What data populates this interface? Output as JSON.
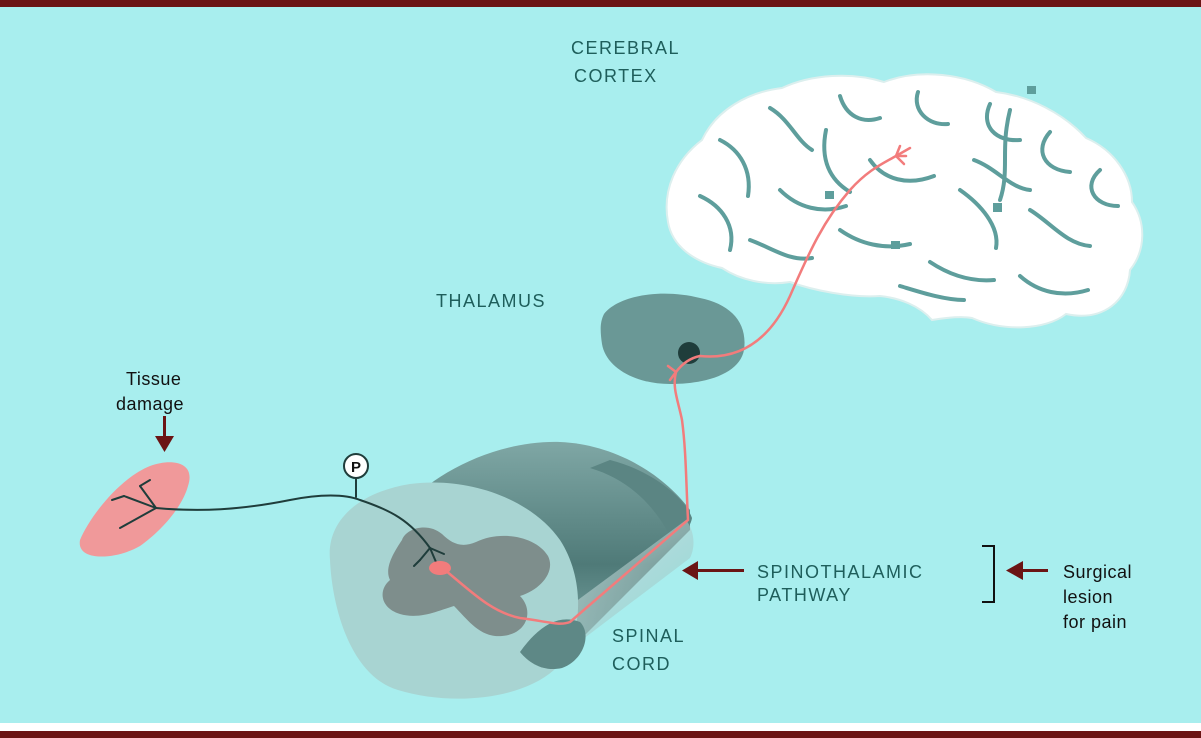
{
  "labels": {
    "cortex": [
      "CEREBRAL",
      "CORTEX"
    ],
    "thalamus": "THALAMUS",
    "tissue": [
      "Tissue",
      "damage"
    ],
    "neuron_marker": "P",
    "pathway": [
      "SPINOTHALAMIC",
      "PATHWAY"
    ],
    "spinal": [
      "SPINAL",
      "CORD"
    ],
    "lesion": [
      "Surgical",
      "lesion",
      "for pain"
    ]
  },
  "colors": {
    "background": "#a8eeee",
    "frame": "#6b1414",
    "arrow": "#6b1414",
    "brain": "#ffffff",
    "brain_grooves": "#5e9e9c",
    "thalamus": "#6a9896",
    "nucleus": "#1f3d3b",
    "tissue": "#f0999a",
    "pain_fiber": "#f27c7c",
    "peripheral_nerve": "#1f3d3b",
    "cord_body": "#6e9997",
    "cord_cross_section": "#a8d4d2",
    "gray_matter": "#7e8e8c"
  }
}
